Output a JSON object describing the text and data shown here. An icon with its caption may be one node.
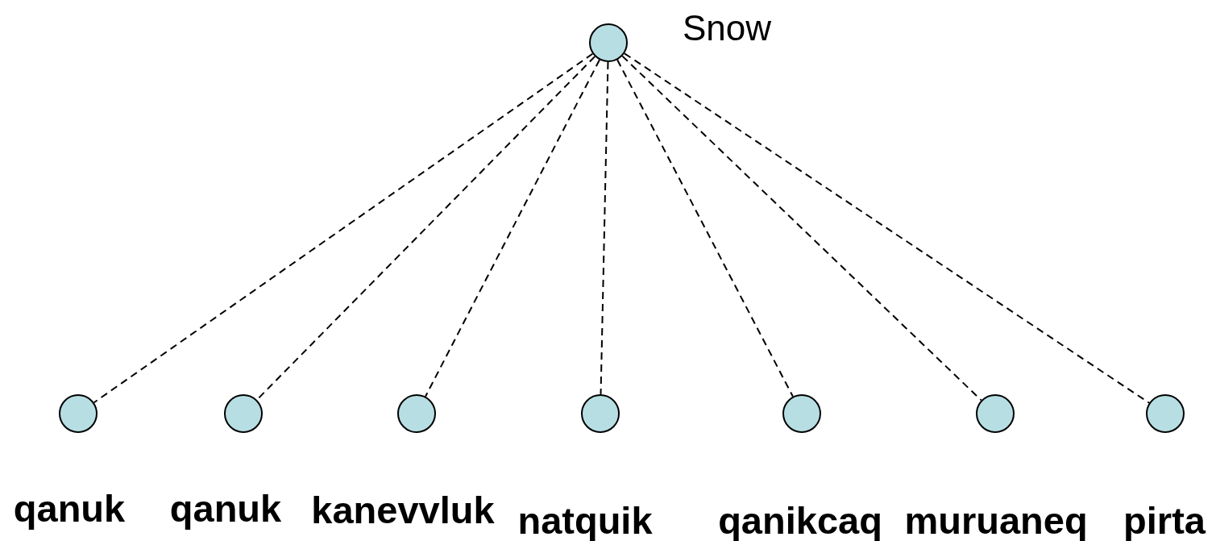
{
  "diagram": {
    "nodes": [
      {
        "text": [],
        "shape": "circle",
        "beside": [
          "Snow"
        ]
      },
      {
        "text": [],
        "shape": "circle",
        "beside": [
          "qanuk"
        ]
      },
      {
        "text": [],
        "shape": "circle",
        "beside": [
          "qanuk"
        ]
      },
      {
        "text": [],
        "shape": "circle",
        "beside": [
          "kanevvluk"
        ]
      },
      {
        "text": [],
        "shape": "circle",
        "beside": [
          "natquik"
        ]
      },
      {
        "text": [],
        "shape": "circle",
        "beside": [
          "qanikcaq"
        ]
      },
      {
        "text": [],
        "shape": "circle",
        "beside": [
          "muruaneq"
        ]
      },
      {
        "text": [],
        "shape": "circle",
        "beside": [
          "pirta"
        ]
      }
    ],
    "edges": [
      {
        "from": 0,
        "to": 1,
        "arrow": "none",
        "style": "dashed"
      },
      {
        "from": 0,
        "to": 2,
        "arrow": "none",
        "style": "dashed"
      },
      {
        "from": 0,
        "to": 3,
        "arrow": "none",
        "style": "dashed"
      },
      {
        "from": 0,
        "to": 4,
        "arrow": "none",
        "style": "dashed"
      },
      {
        "from": 0,
        "to": 5,
        "arrow": "none",
        "style": "dashed"
      },
      {
        "from": 0,
        "to": 6,
        "arrow": "none",
        "style": "dashed"
      },
      {
        "from": 0,
        "to": 7,
        "arrow": "none",
        "style": "dashed"
      }
    ]
  }
}
